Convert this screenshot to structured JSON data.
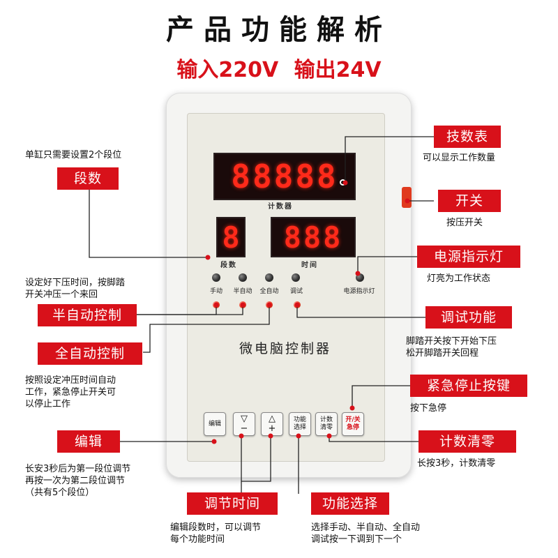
{
  "header": {
    "title": "产品功能解析",
    "input_spec": "输入220V",
    "output_spec": "输出24V"
  },
  "device": {
    "count_display": "88888",
    "count_label": "计数器",
    "segment_display": "8",
    "segment_label": "段数",
    "time_display": "888",
    "time_label": "时间",
    "indicators": {
      "manual": "手动",
      "semi_auto": "半自动",
      "full_auto": "全自动",
      "debug": "调试",
      "power": "电源指示灯"
    },
    "panel_title": "微电脑控制器",
    "buttons": {
      "edit": "编辑",
      "down": "▽",
      "minus": "−",
      "up": "△",
      "plus": "+",
      "func_line1": "功能",
      "func_line2": "选择",
      "count_line1": "计数",
      "count_line2": "清零",
      "power_line1": "开/关",
      "power_line2": "急停"
    }
  },
  "callouts": {
    "segment": {
      "note": "单缸只需要设置2个段位",
      "tag": "段数"
    },
    "counter": {
      "tag": "技数表",
      "note": "可以显示工作数量"
    },
    "switch": {
      "tag": "开关",
      "note": "按压开关"
    },
    "power_light": {
      "tag": "电源指示灯",
      "note": "灯亮为工作状态"
    },
    "semi_auto": {
      "note_lines": [
        "设定好下压时间，按脚踏",
        "开关冲压一个来回"
      ],
      "tag": "半自动控制"
    },
    "debug": {
      "tag": "调试功能",
      "note_lines": [
        "脚踏开关按下开始下压",
        "松开脚踏开关回程"
      ]
    },
    "full_auto": {
      "tag": "全自动控制",
      "note_lines": [
        "按照设定冲压时间自动",
        "工作，紧急停止开关可",
        "以停止工作"
      ]
    },
    "emergency": {
      "tag": "紧急停止按键",
      "note": "按下急停"
    },
    "edit": {
      "tag": "编辑",
      "note_lines": [
        "长安3秒后为第一段位调节",
        "再按一次为第二段位调节",
        "（共有5个段位）"
      ]
    },
    "count_reset": {
      "tag": "计数清零",
      "note": "长按3秒，计数清零"
    },
    "adjust_time": {
      "tag": "调节时间",
      "note_lines": [
        "编辑段数时，可以调节",
        "每个功能时间"
      ]
    },
    "func_select": {
      "tag": "功能选择",
      "note_lines": [
        "选择手动、半自动、全自动",
        "调试按一下调到下一个"
      ]
    }
  }
}
